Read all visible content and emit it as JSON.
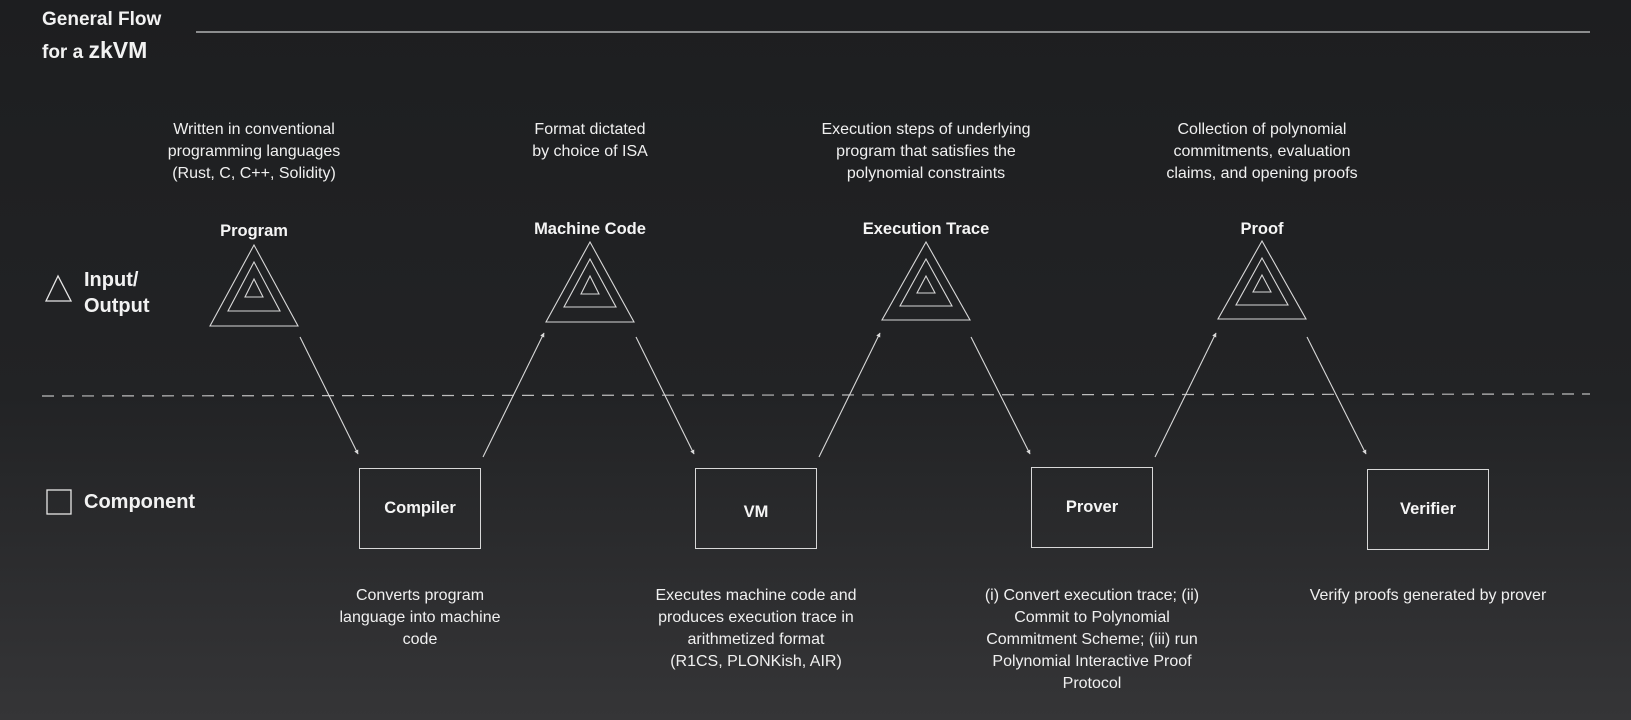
{
  "title": {
    "line1": "General Flow",
    "line2_prefix": "for a ",
    "line2_emph": "zkVM"
  },
  "legend": {
    "io_line1": "Input/",
    "io_line2": "Output",
    "component": "Component"
  },
  "io_nodes": [
    {
      "title": "Program",
      "desc": [
        "Written in conventional",
        "programming languages",
        "(Rust, C, C++, Solidity)"
      ]
    },
    {
      "title": "Machine Code",
      "desc": [
        "Format dictated",
        "by choice of ISA"
      ]
    },
    {
      "title": "Execution Trace",
      "desc": [
        "Execution steps of underlying",
        "program that satisfies the",
        "polynomial constraints"
      ]
    },
    {
      "title": "Proof",
      "desc": [
        "Collection of polynomial",
        "commitments, evaluation",
        "claims, and opening proofs"
      ]
    }
  ],
  "components": [
    {
      "label": "Compiler",
      "desc": [
        "Converts program",
        "language into machine",
        "code"
      ]
    },
    {
      "label": "VM",
      "desc": [
        "Executes machine code and",
        "produces execution trace in",
        "arithmetized format",
        "(R1CS, PLONKish, AIR)"
      ]
    },
    {
      "label": "Prover",
      "desc": [
        "(i) Convert execution trace; (ii)",
        "Commit to Polynomial",
        "Commitment Scheme; (iii) run",
        "Polynomial Interactive Proof",
        "Protocol"
      ]
    },
    {
      "label": "Verifier",
      "desc": [
        "Verify proofs generated by prover"
      ]
    }
  ],
  "colors": {
    "line": "#d8d8d8",
    "text": "#f2f2f2"
  }
}
